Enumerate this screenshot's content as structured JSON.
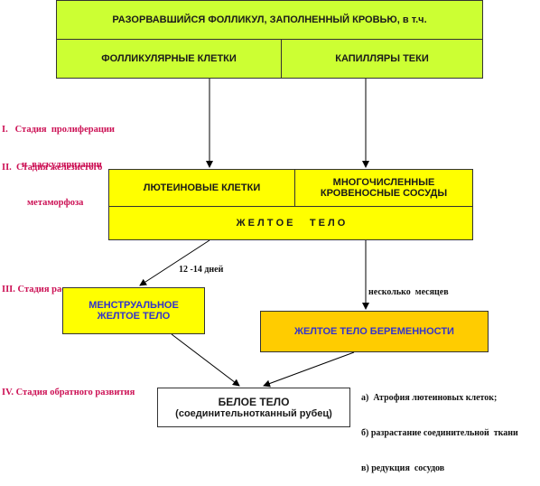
{
  "top_box": "РАЗОРВАВШИЙСЯ  ФОЛЛИКУЛ, ЗАПОЛНЕННЫЙ КРОВЬЮ, в т.ч.",
  "follicular_cells": "ФОЛЛИКУЛЯРНЫЕ  КЛЕТКИ",
  "theca_capillaries": "КАПИЛЛЯРЫ  ТЕКИ",
  "stages": {
    "stage1_line1": "I.   Стадия  пролиферации",
    "stage1_line2": "и  васкуляризации",
    "stage2_line1": "II.  Стадия железистого",
    "stage2_line2": "метаморфоза",
    "stage3": "III. Стадия расцвета",
    "stage4": "IV. Стадия обратного развития"
  },
  "lutein_cells": "ЛЮТЕИНОВЫЕ  КЛЕТКИ",
  "blood_vessels_line1": "МНОГОЧИСЛЕННЫЕ",
  "blood_vessels_line2": "КРОВЕНОСНЫЕ  СОСУДЫ",
  "corpus_luteum": "Ж Е Л Т О Е      Т Е Л О",
  "menstrual_line1": "МЕНСТРУАЛЬНОЕ",
  "menstrual_line2": "ЖЕЛТОЕ  ТЕЛО",
  "pregnancy": "ЖЕЛТОЕ  ТЕЛО  БЕРЕМЕННОСТИ",
  "days_label": "12 -14 дней",
  "months_label": "несколько  месяцев",
  "notes": {
    "a": "а)  Атрофия лютеиновых клеток;",
    "b": "б) разрастание соединительной  ткани",
    "c": "в) редукция  сосудов"
  },
  "white_line1": "БЕЛОЕ  ТЕЛО",
  "white_line2": "(соединительнотканный  рубец)",
  "colors": {
    "top_green": "#ccff33",
    "yellow": "#ffff00",
    "orange": "#ffcc00",
    "stage_red": "#cc1155",
    "blue_text": "#3333cc"
  }
}
